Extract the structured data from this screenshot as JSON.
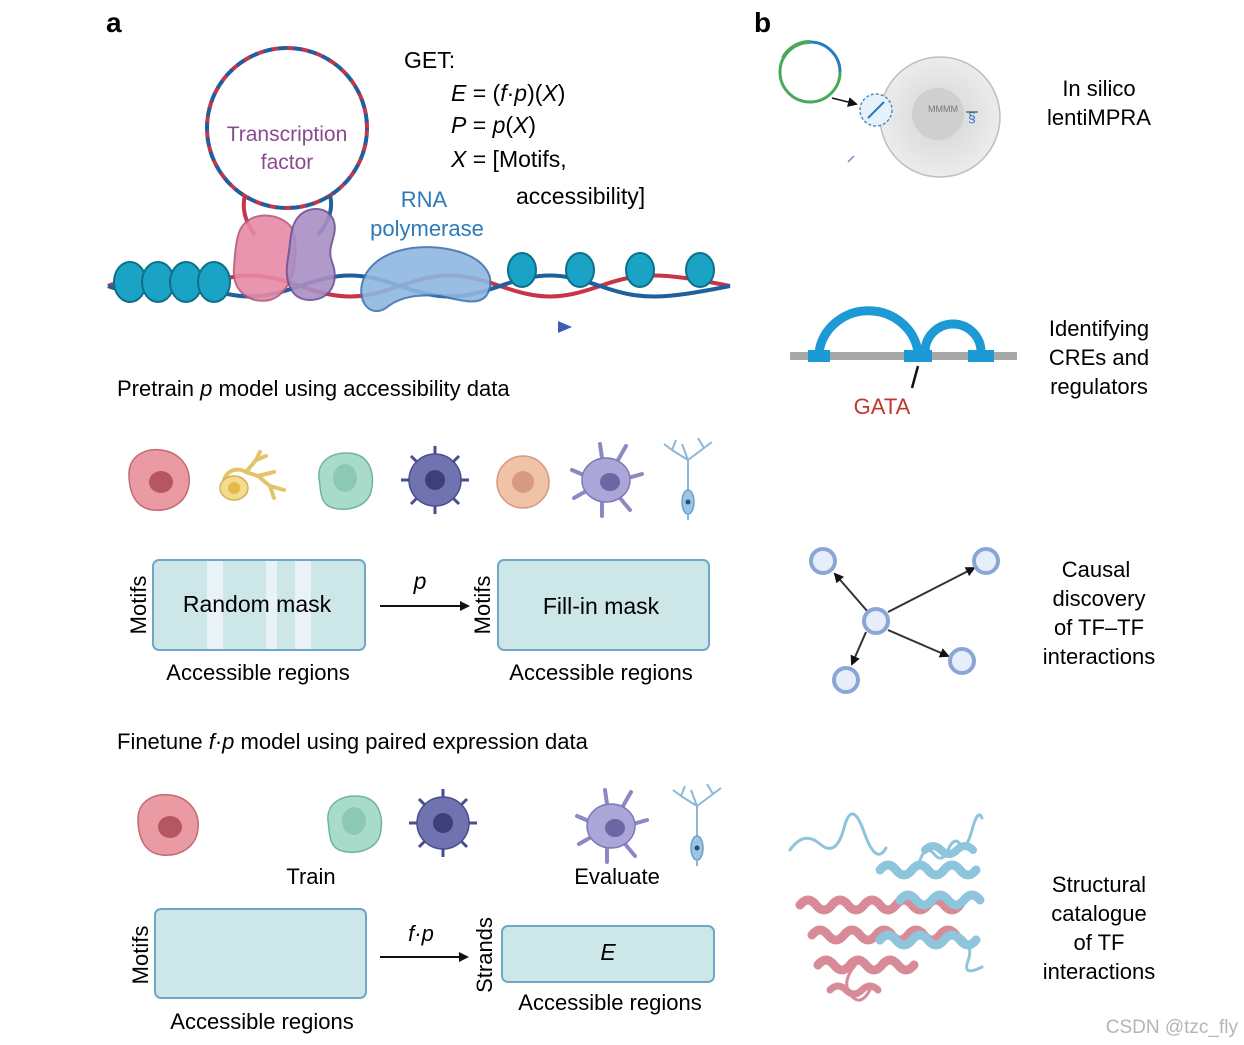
{
  "panel_a": {
    "label": "a",
    "get_title": "GET:",
    "eq_e_lhs": "E",
    "eq_e_rhs_pre": " = (",
    "eq_e_f": "f",
    "eq_e_dot": "·",
    "eq_e_p": "p",
    "eq_e_mid": ")(",
    "eq_e_x": "X",
    "eq_e_end": ")",
    "eq_p_lhs": "P",
    "eq_p_rhs_pre": " = ",
    "eq_p_p": "p",
    "eq_p_open": "(",
    "eq_p_x": "X",
    "eq_p_close": ")",
    "eq_x_lhs": "X",
    "eq_x_rhs": " = [Motifs,",
    "eq_x_cont": "accessibility]",
    "tf_label_1": "Transcription",
    "tf_label_2": "factor",
    "rna_label_1": "RNA",
    "rna_label_2": "polymerase",
    "pretrain_pre": "Pretrain ",
    "pretrain_p": "p",
    "pretrain_post": " model using accessibility data",
    "motifs": "Motifs",
    "random_mask": "Random mask",
    "fill_in_mask": "Fill-in mask",
    "accessible_regions": "Accessible regions",
    "arrow_p": "p",
    "finetune_pre": "Finetune ",
    "finetune_fp": "f·p",
    "finetune_post": " model using paired expression data",
    "train": "Train",
    "evaluate": "Evaluate",
    "arrow_fp": "f·p",
    "strands": "Strands",
    "e_box": "E"
  },
  "panel_b": {
    "label": "b",
    "item1": [
      "In silico",
      "lentiMPRA"
    ],
    "item2": [
      "Identifying",
      "CREs and",
      "regulators"
    ],
    "gata": "GATA",
    "item3": [
      "Causal",
      "discovery",
      "of TF–TF",
      "interactions"
    ],
    "item4": [
      "Structural",
      "catalogue",
      "of TF",
      "interactions"
    ]
  },
  "watermark": "CSDN @tzc_fly",
  "colors": {
    "dna_red": "#c8344a",
    "dna_blue": "#1f5f9e",
    "tf_purple": "#8a4a8f",
    "rna_blue": "#2c7ab8",
    "box_fill": "#cde6e8",
    "box_stroke": "#6fa8c7",
    "gata_red": "#c0392b",
    "arc_blue": "#1b9ad6",
    "node_blue": "#8aa6d6"
  }
}
